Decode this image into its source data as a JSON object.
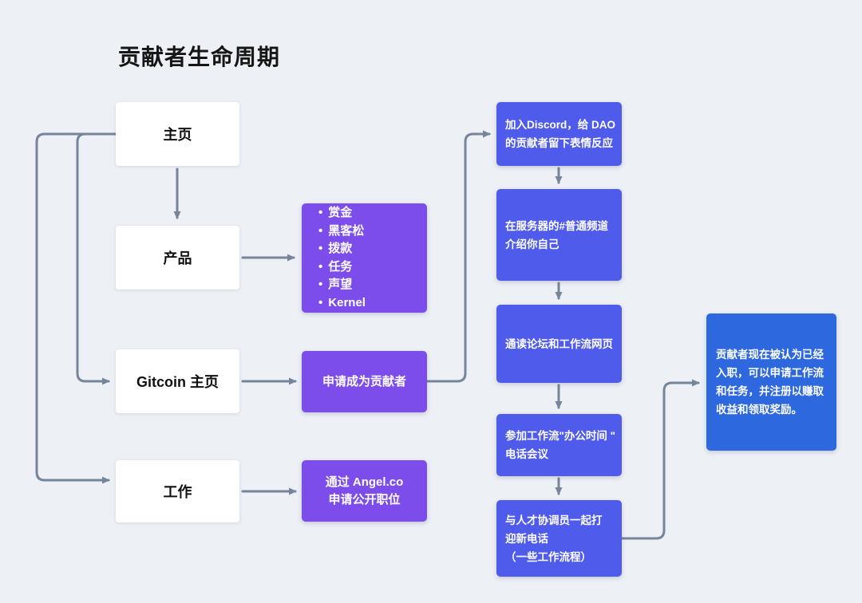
{
  "title": "贡献者生命周期",
  "colors": {
    "background": "#EDF1F6",
    "title_color": "#161616",
    "node_white": "#FFFFFF",
    "node_purple": "#7C4DEA",
    "node_indigo": "#4E5BEB",
    "node_blue": "#2D68DF",
    "arrow": "#76859A"
  },
  "nodes": {
    "home": {
      "label": "主页"
    },
    "product": {
      "label": "产品"
    },
    "gitcoin_home": {
      "label": "Gitcoin 主页"
    },
    "jobs": {
      "label": "工作"
    },
    "product_list": {
      "bullet": "•",
      "items": [
        "赏金",
        "黑客松",
        "拨款",
        "任务",
        "声望",
        "Kernel"
      ]
    },
    "apply_contributor": {
      "label": "申请成为贡献者"
    },
    "apply_angel": {
      "lines": [
        "通过 Angel.co",
        "申请公开职位"
      ]
    },
    "join_discord": {
      "lines": [
        "加入Discord，给 DAO",
        "的贡献者留下表情反应"
      ]
    },
    "introduce_yourself": {
      "lines": [
        "在服务器的#普通频道",
        "介绍你自己"
      ]
    },
    "read_forum": {
      "lines": [
        "通读论坛和工作流网页"
      ]
    },
    "office_hours": {
      "lines": [
        "参加工作流\"办公时间 \"",
        "电话会议"
      ]
    },
    "onboarding_call": {
      "lines": [
        "与人才协调员一起打",
        "迎新电话",
        "（一些工作流程）"
      ]
    },
    "onboarded": {
      "lines": [
        "贡献者现在被认为已经",
        "入职，可以申请工作流",
        "和任务，并注册以赚取",
        "收益和领取奖励。"
      ]
    }
  }
}
